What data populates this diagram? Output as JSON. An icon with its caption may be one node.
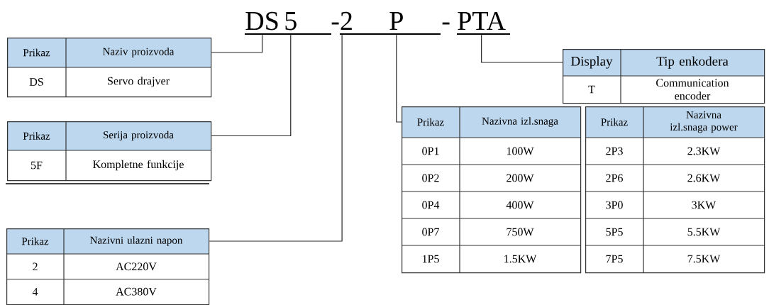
{
  "diagram": {
    "nodes": [
      {
        "text": [
          "DS"
        ]
      },
      {
        "text": [
          "5"
        ]
      },
      {
        "text": [
          "-2"
        ]
      },
      {
        "text": [
          "P"
        ]
      },
      {
        "text": [
          "PTA"
        ]
      },
      {
        "text": [
          "Prikaz",
          "Naziv proizvoda",
          "DS",
          "Servo drajver"
        ]
      },
      {
        "text": [
          "Prikaz",
          "Serija proizvoda",
          "5F",
          "Kompletne funkcije"
        ]
      },
      {
        "text": [
          "Prikaz",
          "Nazivni ulazni napon",
          "2",
          "AC220V",
          "4",
          "AC380V"
        ]
      },
      {
        "text": [
          "Display",
          "Tip enkodera",
          "T",
          "Communication encoder"
        ]
      },
      {
        "text": [
          "Prikaz",
          "Nazivna izl.snaga",
          "0P1",
          "100W",
          "0P2",
          "200W",
          "0P4",
          "400W",
          "0P7",
          "750W",
          "1P5",
          "1.5KW"
        ]
      },
      {
        "text": [
          "Prikaz",
          "Nazivna izl.snaga power",
          "2P3",
          "2.3KW",
          "2P6",
          "2.6KW",
          "3P0",
          "3KW",
          "5P5",
          "5.5KW",
          "7P5",
          "7.5KW"
        ]
      }
    ],
    "edges": [
      {
        "from": 0,
        "to": 5,
        "arrow": "none"
      },
      {
        "from": 1,
        "to": 6,
        "arrow": "none"
      },
      {
        "from": 2,
        "to": 7,
        "arrow": "none"
      },
      {
        "from": 3,
        "to": 9,
        "arrow": "none"
      },
      {
        "from": 4,
        "to": 8,
        "arrow": "none"
      }
    ],
    "labels": [
      "-"
    ]
  }
}
